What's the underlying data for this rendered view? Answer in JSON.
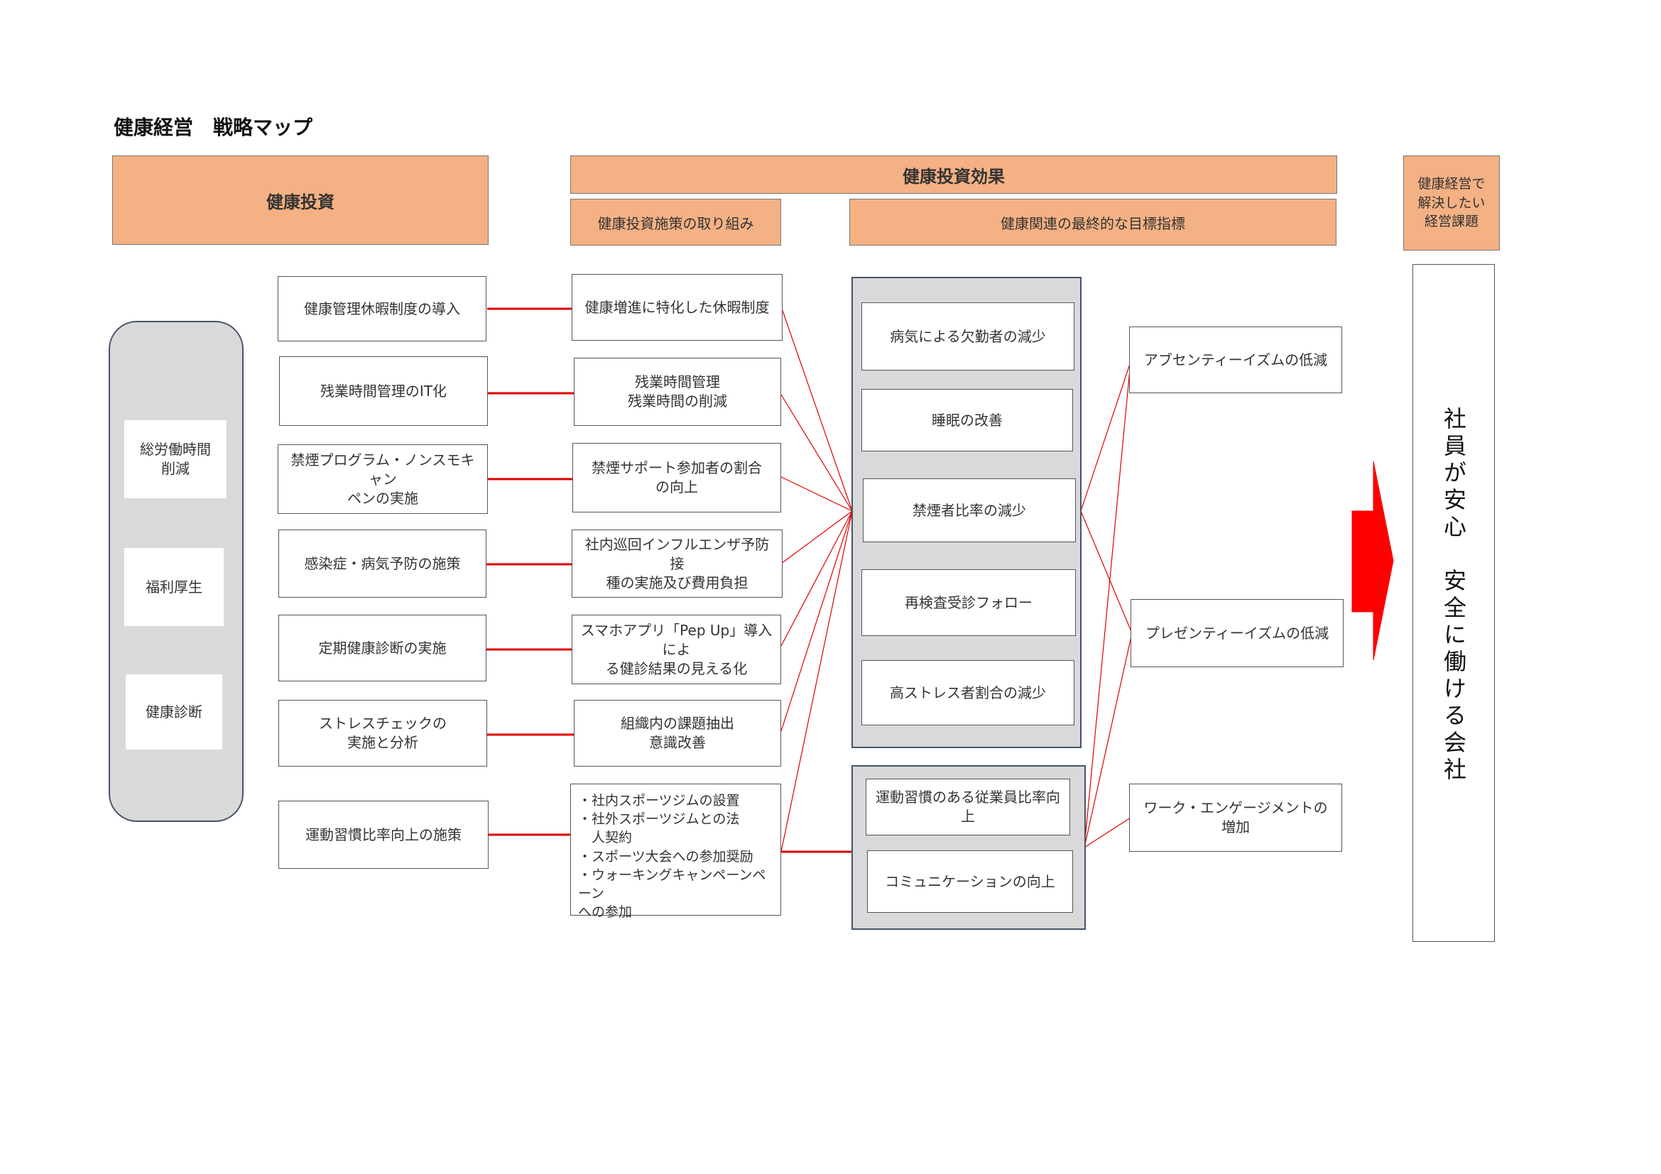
{
  "title": "健康経営　戦略マップ",
  "headers": {
    "investment": "健康投資",
    "effect": "健康投資効果",
    "measures": "健康投資施策の取り組み",
    "goals": "健康関連の最終的な目標指標",
    "issues": "健康経営で\n解決したい\n経営課題"
  },
  "side_items": [
    "総労働時間\n削減",
    "福利厚生",
    "健康診断"
  ],
  "investments": [
    "健康管理休暇制度の導入",
    "残業時間管理のIT化",
    "禁煙プログラム・ノンスモキャン\nペンの実施",
    "感染症・病気予防の施策",
    "定期健康診断の実施",
    "ストレスチェックの\n実施と分析",
    "運動習慣比率向上の施策"
  ],
  "measures": [
    "健康増進に特化した休暇制度",
    "残業時間管理\n残業時間の削減",
    "禁煙サポート参加者の割合\nの向上",
    "社内巡回インフルエンザ予防接\n種の実施及び費用負担",
    "スマホアプリ「Pep Up」導入によ\nる健診結果の見える化",
    "組織内の課題抽出\n意識改善"
  ],
  "measure_list": [
    "・社内スポーツジムの設置",
    "・社外スポーツジムとの法",
    "　人契約",
    "・スポーツ大会への参加奨励",
    "・ウォーキングキャンペーンペーン",
    "への参加"
  ],
  "goals_group1": [
    "病気による欠勤者の減少",
    "睡眠の改善",
    "禁煙者比率の減少",
    "再検査受診フォロー",
    "高ストレス者割合の減少"
  ],
  "goals_group2": [
    "運動習慣のある従業員比率向上",
    "コミュニケーションの向上"
  ],
  "outcomes": [
    "アブセンティーイズムの低減",
    "プレゼンティーイズムの低減",
    "ワーク・エンゲージメントの増加"
  ],
  "final_goal": "社員が安心　安全に働ける会社",
  "colors": {
    "header_fill": "#f4b183",
    "connector": "#e00000",
    "arrow": "#ff0000",
    "panel_fill": "#d9d9d9",
    "panel_border": "#44546a"
  }
}
